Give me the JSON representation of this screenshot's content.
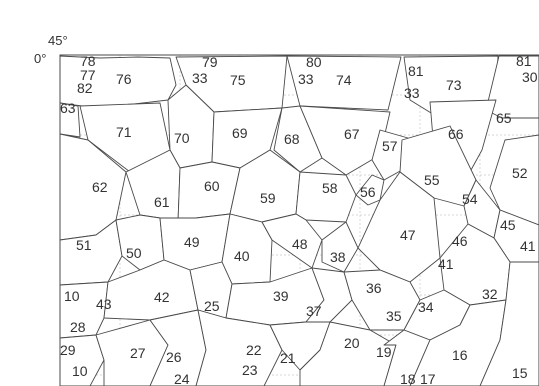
{
  "corner": {
    "latitude": "45°",
    "longitude": "0°"
  },
  "colors": {
    "line": "#4a4a4a",
    "grid": "#c8c8c8",
    "label": "#333333",
    "background": "#ffffff"
  },
  "sheet_labels": [
    "78",
    "77",
    "82",
    "76",
    "79",
    "33",
    "75",
    "80",
    "33",
    "74",
    "81",
    "33",
    "73",
    "81",
    "30",
    "65",
    "63",
    "71",
    "70",
    "69",
    "68",
    "67",
    "57",
    "66",
    "52",
    "62",
    "61",
    "60",
    "59",
    "58",
    "56",
    "55",
    "54",
    "45",
    "41",
    "51",
    "50",
    "49",
    "40",
    "48",
    "38",
    "47",
    "46",
    "41",
    "32",
    "10",
    "43",
    "42",
    "25",
    "39",
    "37",
    "36",
    "35",
    "34",
    "28",
    "29",
    "27",
    "26",
    "22",
    "21",
    "20",
    "19",
    "16",
    "15",
    "10",
    "24",
    "23",
    "18",
    "17"
  ]
}
